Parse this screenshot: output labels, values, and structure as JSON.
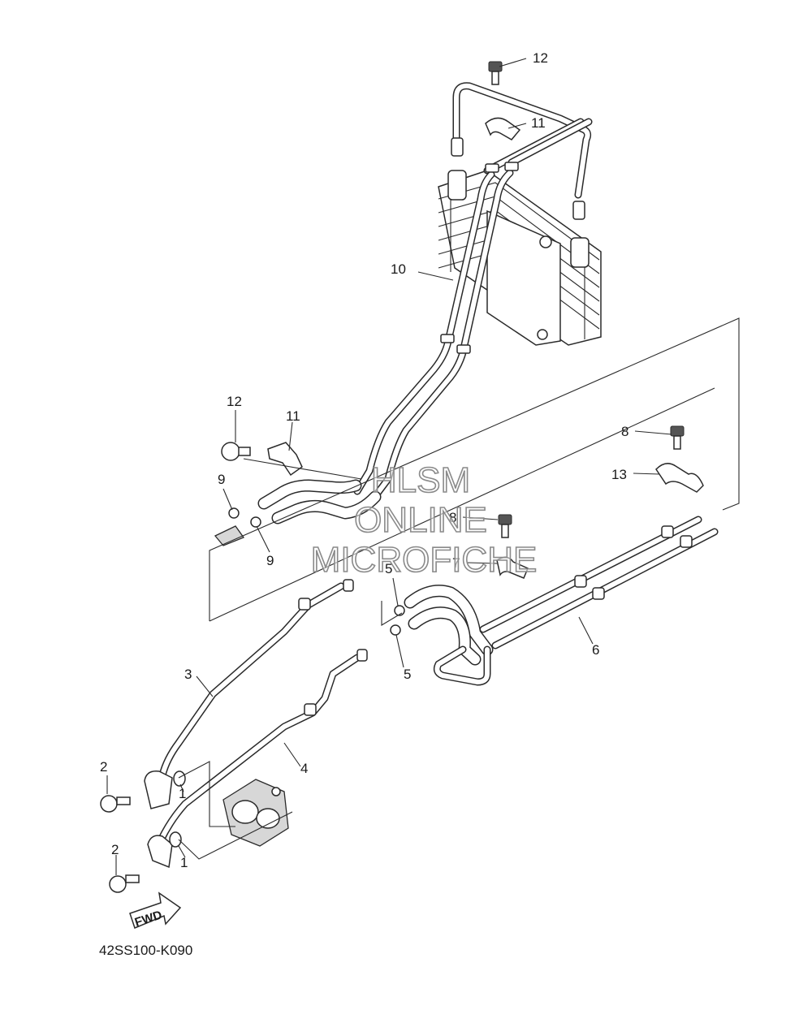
{
  "diagram_code": "42SS100-K090",
  "direction_label": "FWD",
  "watermark": {
    "line1": "HLSM",
    "line2": "ONLINE",
    "line3": "MICROFICHE"
  },
  "callouts": [
    {
      "id": "c12a",
      "text": "12"
    },
    {
      "id": "c11a",
      "text": "11"
    },
    {
      "id": "c10",
      "text": "10"
    },
    {
      "id": "c12b",
      "text": "12"
    },
    {
      "id": "c11b",
      "text": "11"
    },
    {
      "id": "c9a",
      "text": "9"
    },
    {
      "id": "c9b",
      "text": "9"
    },
    {
      "id": "c8a",
      "text": "8"
    },
    {
      "id": "c13",
      "text": "13"
    },
    {
      "id": "c8b",
      "text": "8"
    },
    {
      "id": "c7",
      "text": "7"
    },
    {
      "id": "c5a",
      "text": "5"
    },
    {
      "id": "c5b",
      "text": "5"
    },
    {
      "id": "c6",
      "text": "6"
    },
    {
      "id": "c3",
      "text": "3"
    },
    {
      "id": "c4",
      "text": "4"
    },
    {
      "id": "c2a",
      "text": "2"
    },
    {
      "id": "c1a",
      "text": "1"
    },
    {
      "id": "c2b",
      "text": "2"
    },
    {
      "id": "c1b",
      "text": "1"
    }
  ]
}
